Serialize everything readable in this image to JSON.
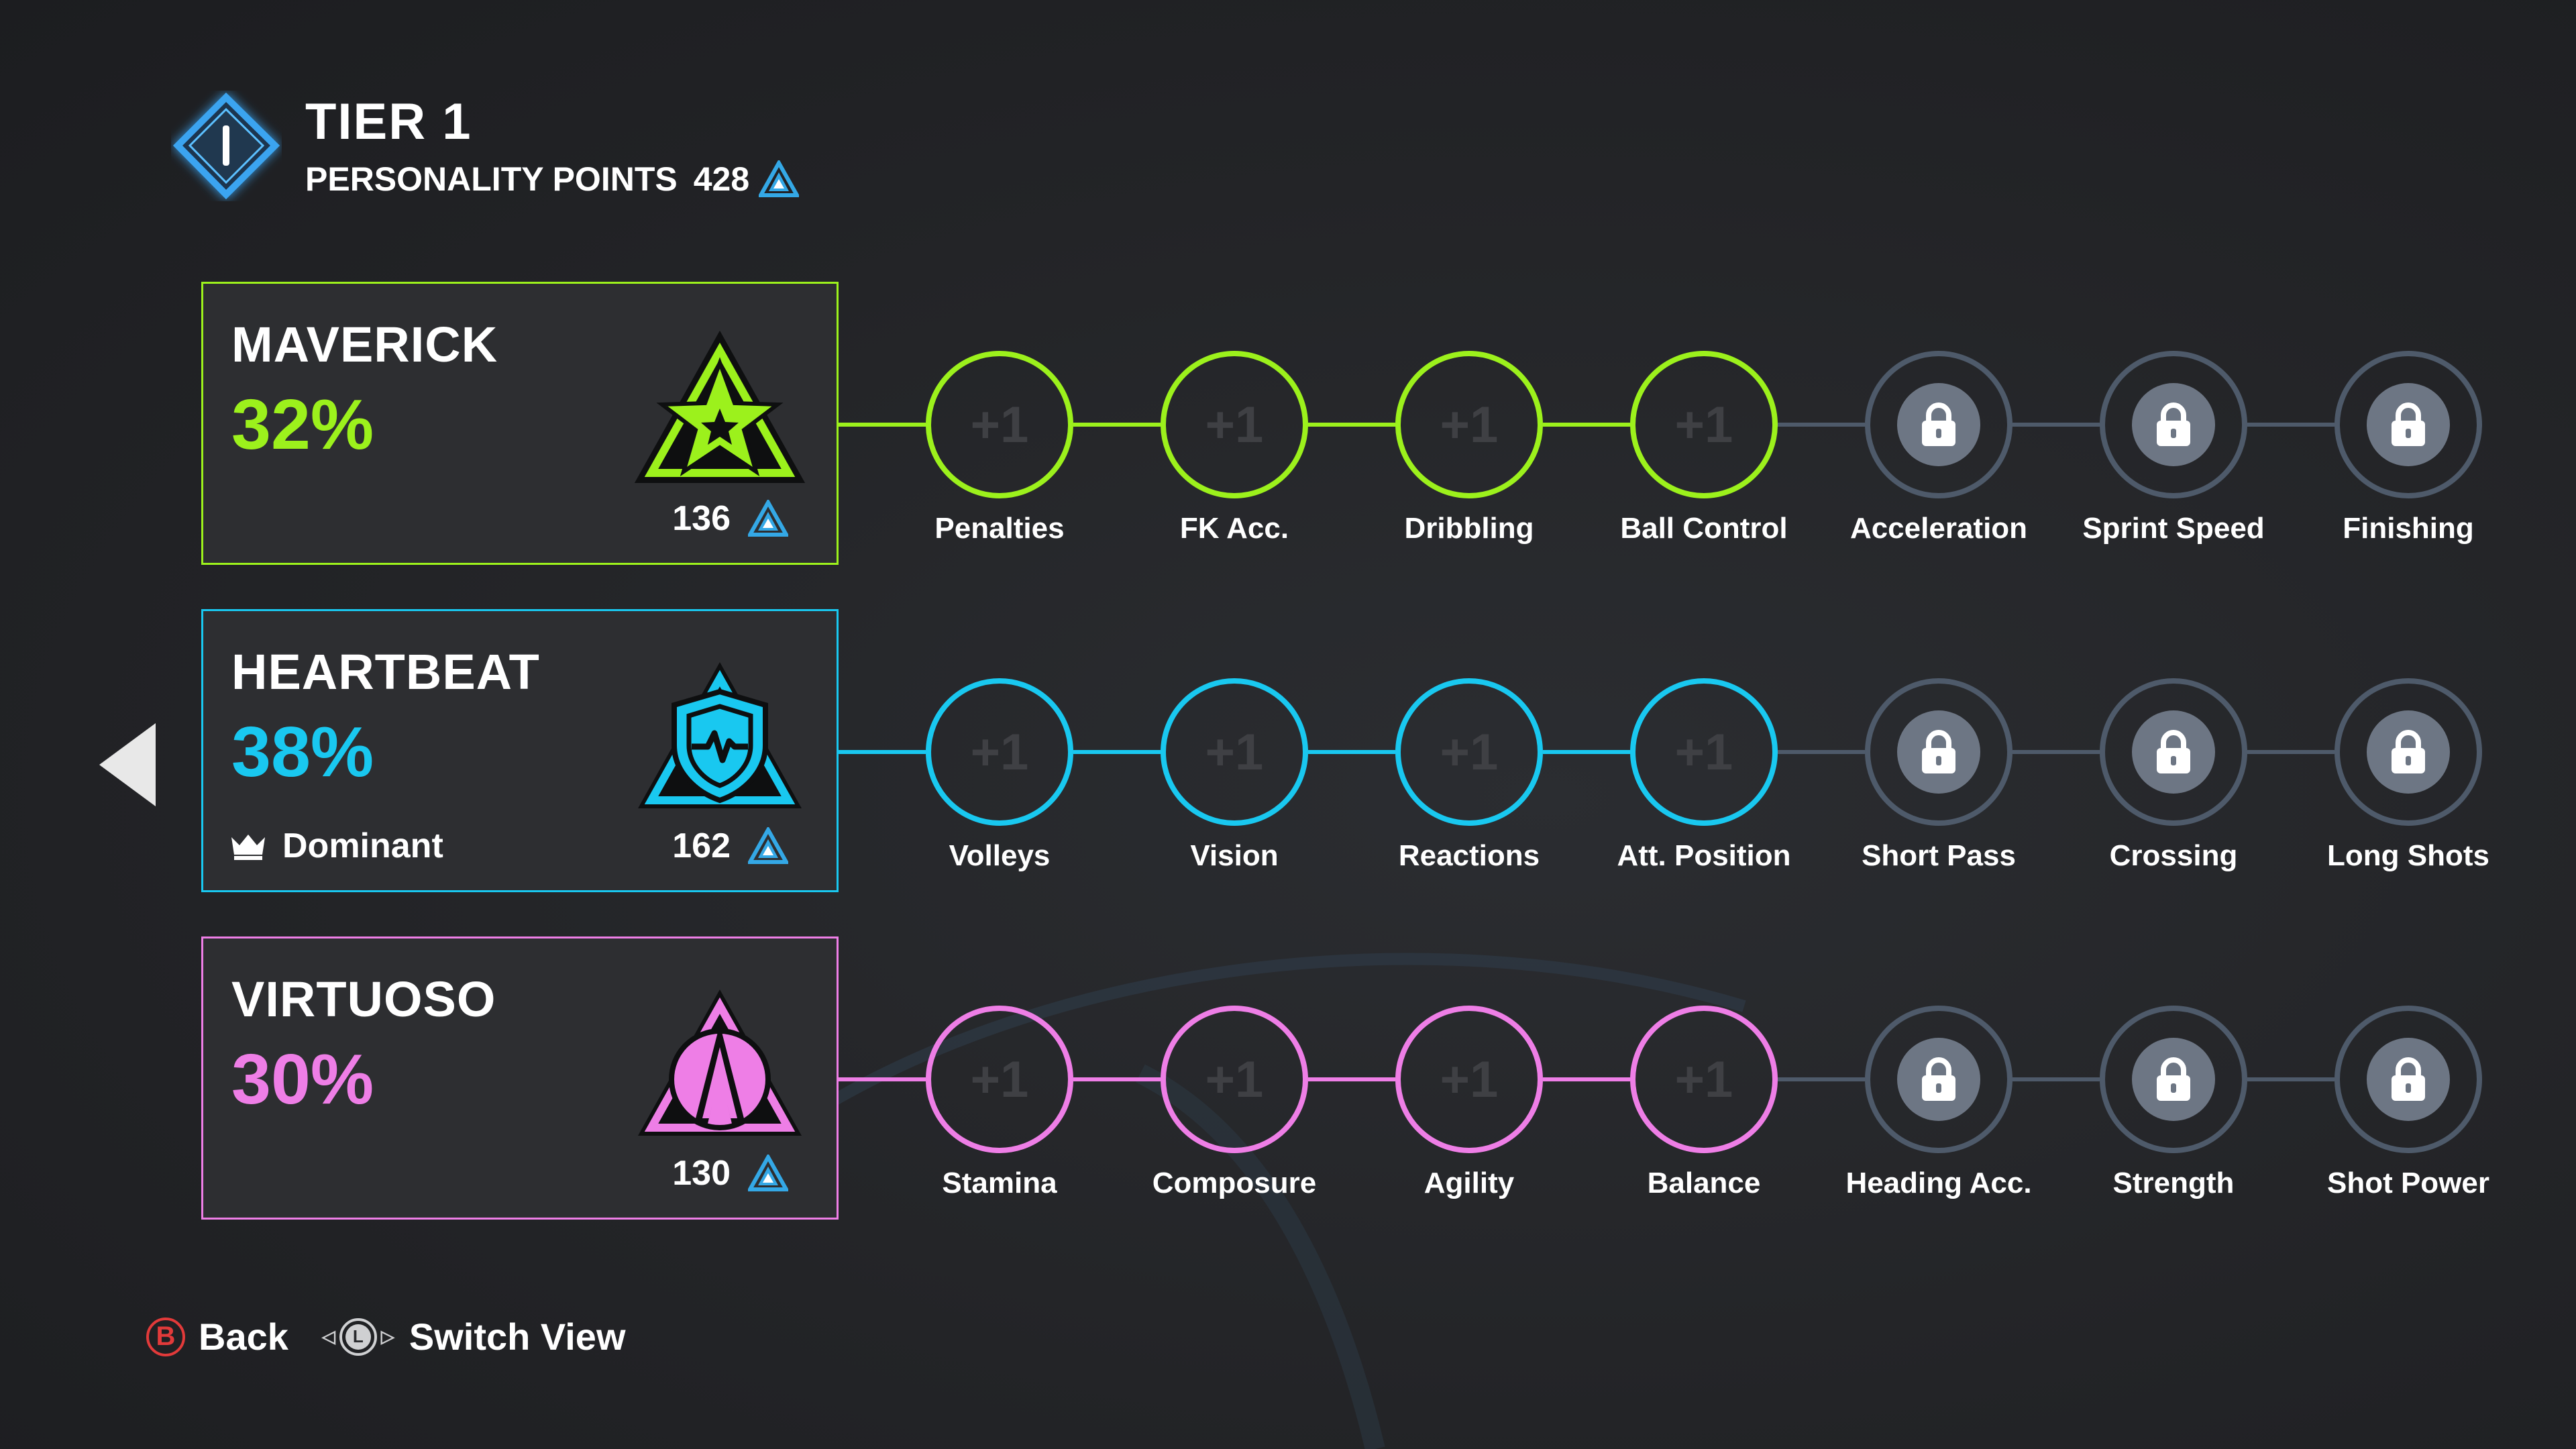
{
  "header": {
    "tier_numeral": "I",
    "tier_title": "TIER 1",
    "points_label": "PERSONALITY POINTS",
    "points_value": "428",
    "points_icon": "personality-triangle-icon"
  },
  "colors": {
    "maverick": "#9cf11c",
    "heartbeat": "#19c8f0",
    "virtuoso": "#ee7ee6",
    "locked": "#4e5a6a",
    "accent_blue": "#2f9fe8"
  },
  "personalities": [
    {
      "name": "MAVERICK",
      "percent": "32%",
      "points": "136",
      "emblem": "star-emblem-icon",
      "dominant": null,
      "nodes": [
        {
          "label": "Penalties",
          "value": "+1",
          "locked": false
        },
        {
          "label": "FK Acc.",
          "value": "+1",
          "locked": false
        },
        {
          "label": "Dribbling",
          "value": "+1",
          "locked": false
        },
        {
          "label": "Ball Control",
          "value": "+1",
          "locked": false
        },
        {
          "label": "Acceleration",
          "value": "",
          "locked": true
        },
        {
          "label": "Sprint Speed",
          "value": "",
          "locked": true
        },
        {
          "label": "Finishing",
          "value": "",
          "locked": true
        }
      ]
    },
    {
      "name": "HEARTBEAT",
      "percent": "38%",
      "points": "162",
      "emblem": "heartbeat-shield-icon",
      "dominant": "Dominant",
      "nodes": [
        {
          "label": "Volleys",
          "value": "+1",
          "locked": false
        },
        {
          "label": "Vision",
          "value": "+1",
          "locked": false
        },
        {
          "label": "Reactions",
          "value": "+1",
          "locked": false
        },
        {
          "label": "Att. Position",
          "value": "+1",
          "locked": false
        },
        {
          "label": "Short Pass",
          "value": "",
          "locked": true
        },
        {
          "label": "Crossing",
          "value": "",
          "locked": true
        },
        {
          "label": "Long Shots",
          "value": "",
          "locked": true
        }
      ]
    },
    {
      "name": "VIRTUOSO",
      "percent": "30%",
      "points": "130",
      "emblem": "virtuoso-a-icon",
      "dominant": null,
      "nodes": [
        {
          "label": "Stamina",
          "value": "+1",
          "locked": false
        },
        {
          "label": "Composure",
          "value": "+1",
          "locked": false
        },
        {
          "label": "Agility",
          "value": "+1",
          "locked": false
        },
        {
          "label": "Balance",
          "value": "+1",
          "locked": false
        },
        {
          "label": "Heading Acc.",
          "value": "",
          "locked": true
        },
        {
          "label": "Strength",
          "value": "",
          "locked": true
        },
        {
          "label": "Shot Power",
          "value": "",
          "locked": true
        }
      ]
    }
  ],
  "footer": {
    "back_button_glyph": "B",
    "back_label": "Back",
    "stick_glyph": "L",
    "switch_label": "Switch View"
  }
}
